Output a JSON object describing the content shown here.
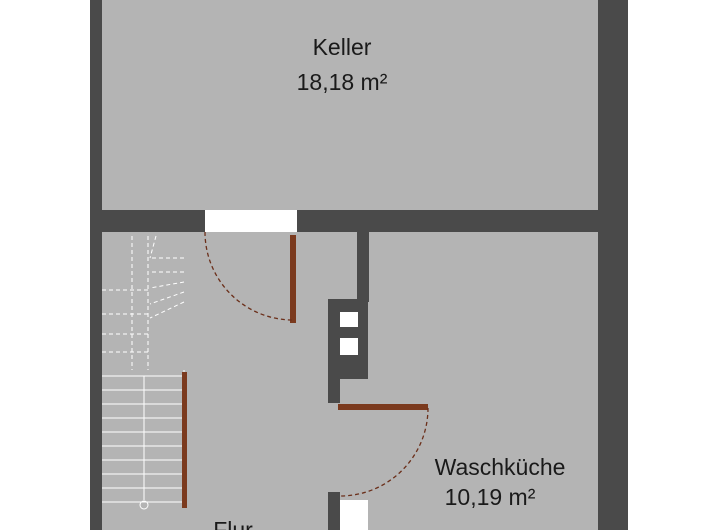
{
  "floorplan": {
    "rooms": [
      {
        "id": "keller",
        "name": "Keller",
        "area": "18,18 m²"
      },
      {
        "id": "waschkueche",
        "name": "Waschküche",
        "area": "10,19 m²"
      },
      {
        "id": "flur",
        "name": "Flur",
        "area": ""
      }
    ],
    "colors": {
      "floor": "#b4b4b4",
      "wall": "#4a4a4a",
      "door_leaf": "#7b3a1e",
      "door_swing": "#6b2f1a",
      "stair_lines": "#ffffff",
      "background": "#ffffff"
    }
  }
}
